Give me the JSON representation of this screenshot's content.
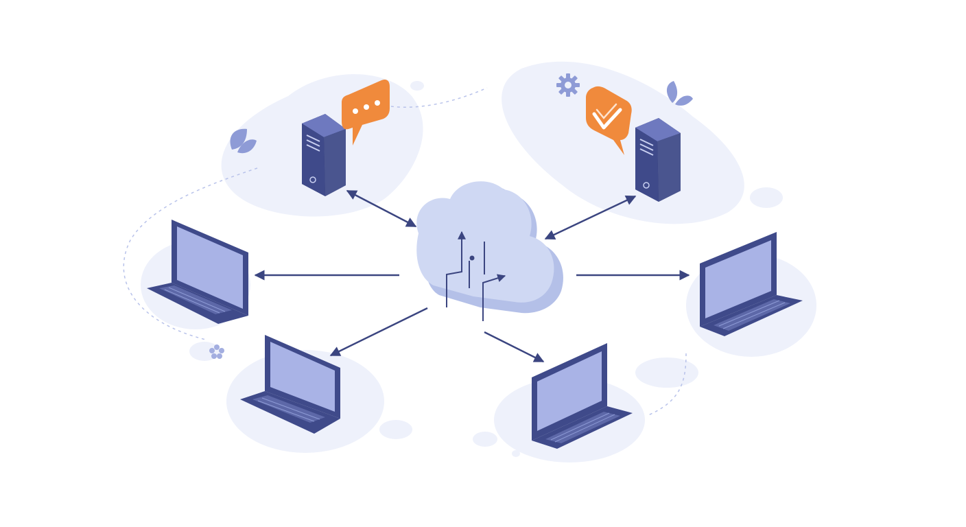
{
  "diagram": {
    "nodes": [
      {
        "id": "cloud",
        "kind": "cloud",
        "icon": "cloud-icon"
      },
      {
        "id": "server-left",
        "kind": "server",
        "icon": "server-icon",
        "badge": "chat-dots-bubble-icon"
      },
      {
        "id": "server-right",
        "kind": "server",
        "icon": "server-icon",
        "badge": "check-bubble-icon"
      },
      {
        "id": "laptop-left",
        "kind": "laptop",
        "icon": "laptop-icon"
      },
      {
        "id": "laptop-right",
        "kind": "laptop",
        "icon": "laptop-icon"
      },
      {
        "id": "laptop-bottom-left",
        "kind": "laptop",
        "icon": "laptop-icon"
      },
      {
        "id": "laptop-bottom-right",
        "kind": "laptop",
        "icon": "laptop-icon"
      }
    ],
    "edges": [
      {
        "from": "cloud",
        "to": "server-left",
        "direction": "both"
      },
      {
        "from": "cloud",
        "to": "server-right",
        "direction": "both"
      },
      {
        "from": "cloud",
        "to": "laptop-left",
        "direction": "forward"
      },
      {
        "from": "cloud",
        "to": "laptop-right",
        "direction": "forward"
      },
      {
        "from": "cloud",
        "to": "laptop-bottom-left",
        "direction": "forward"
      },
      {
        "from": "cloud",
        "to": "laptop-bottom-right",
        "direction": "forward"
      }
    ]
  },
  "colors": {
    "navy": "#3f4a8a",
    "navy_dark": "#2f376e",
    "screen": "#a9b3e6",
    "cloud": "#cfd8f3",
    "cloud_shade": "#b4c0e8",
    "blob": "#eef1fb",
    "accent_orange": "#f08a3c",
    "arrow": "#3b4580",
    "decor": "#8e9bd6"
  }
}
